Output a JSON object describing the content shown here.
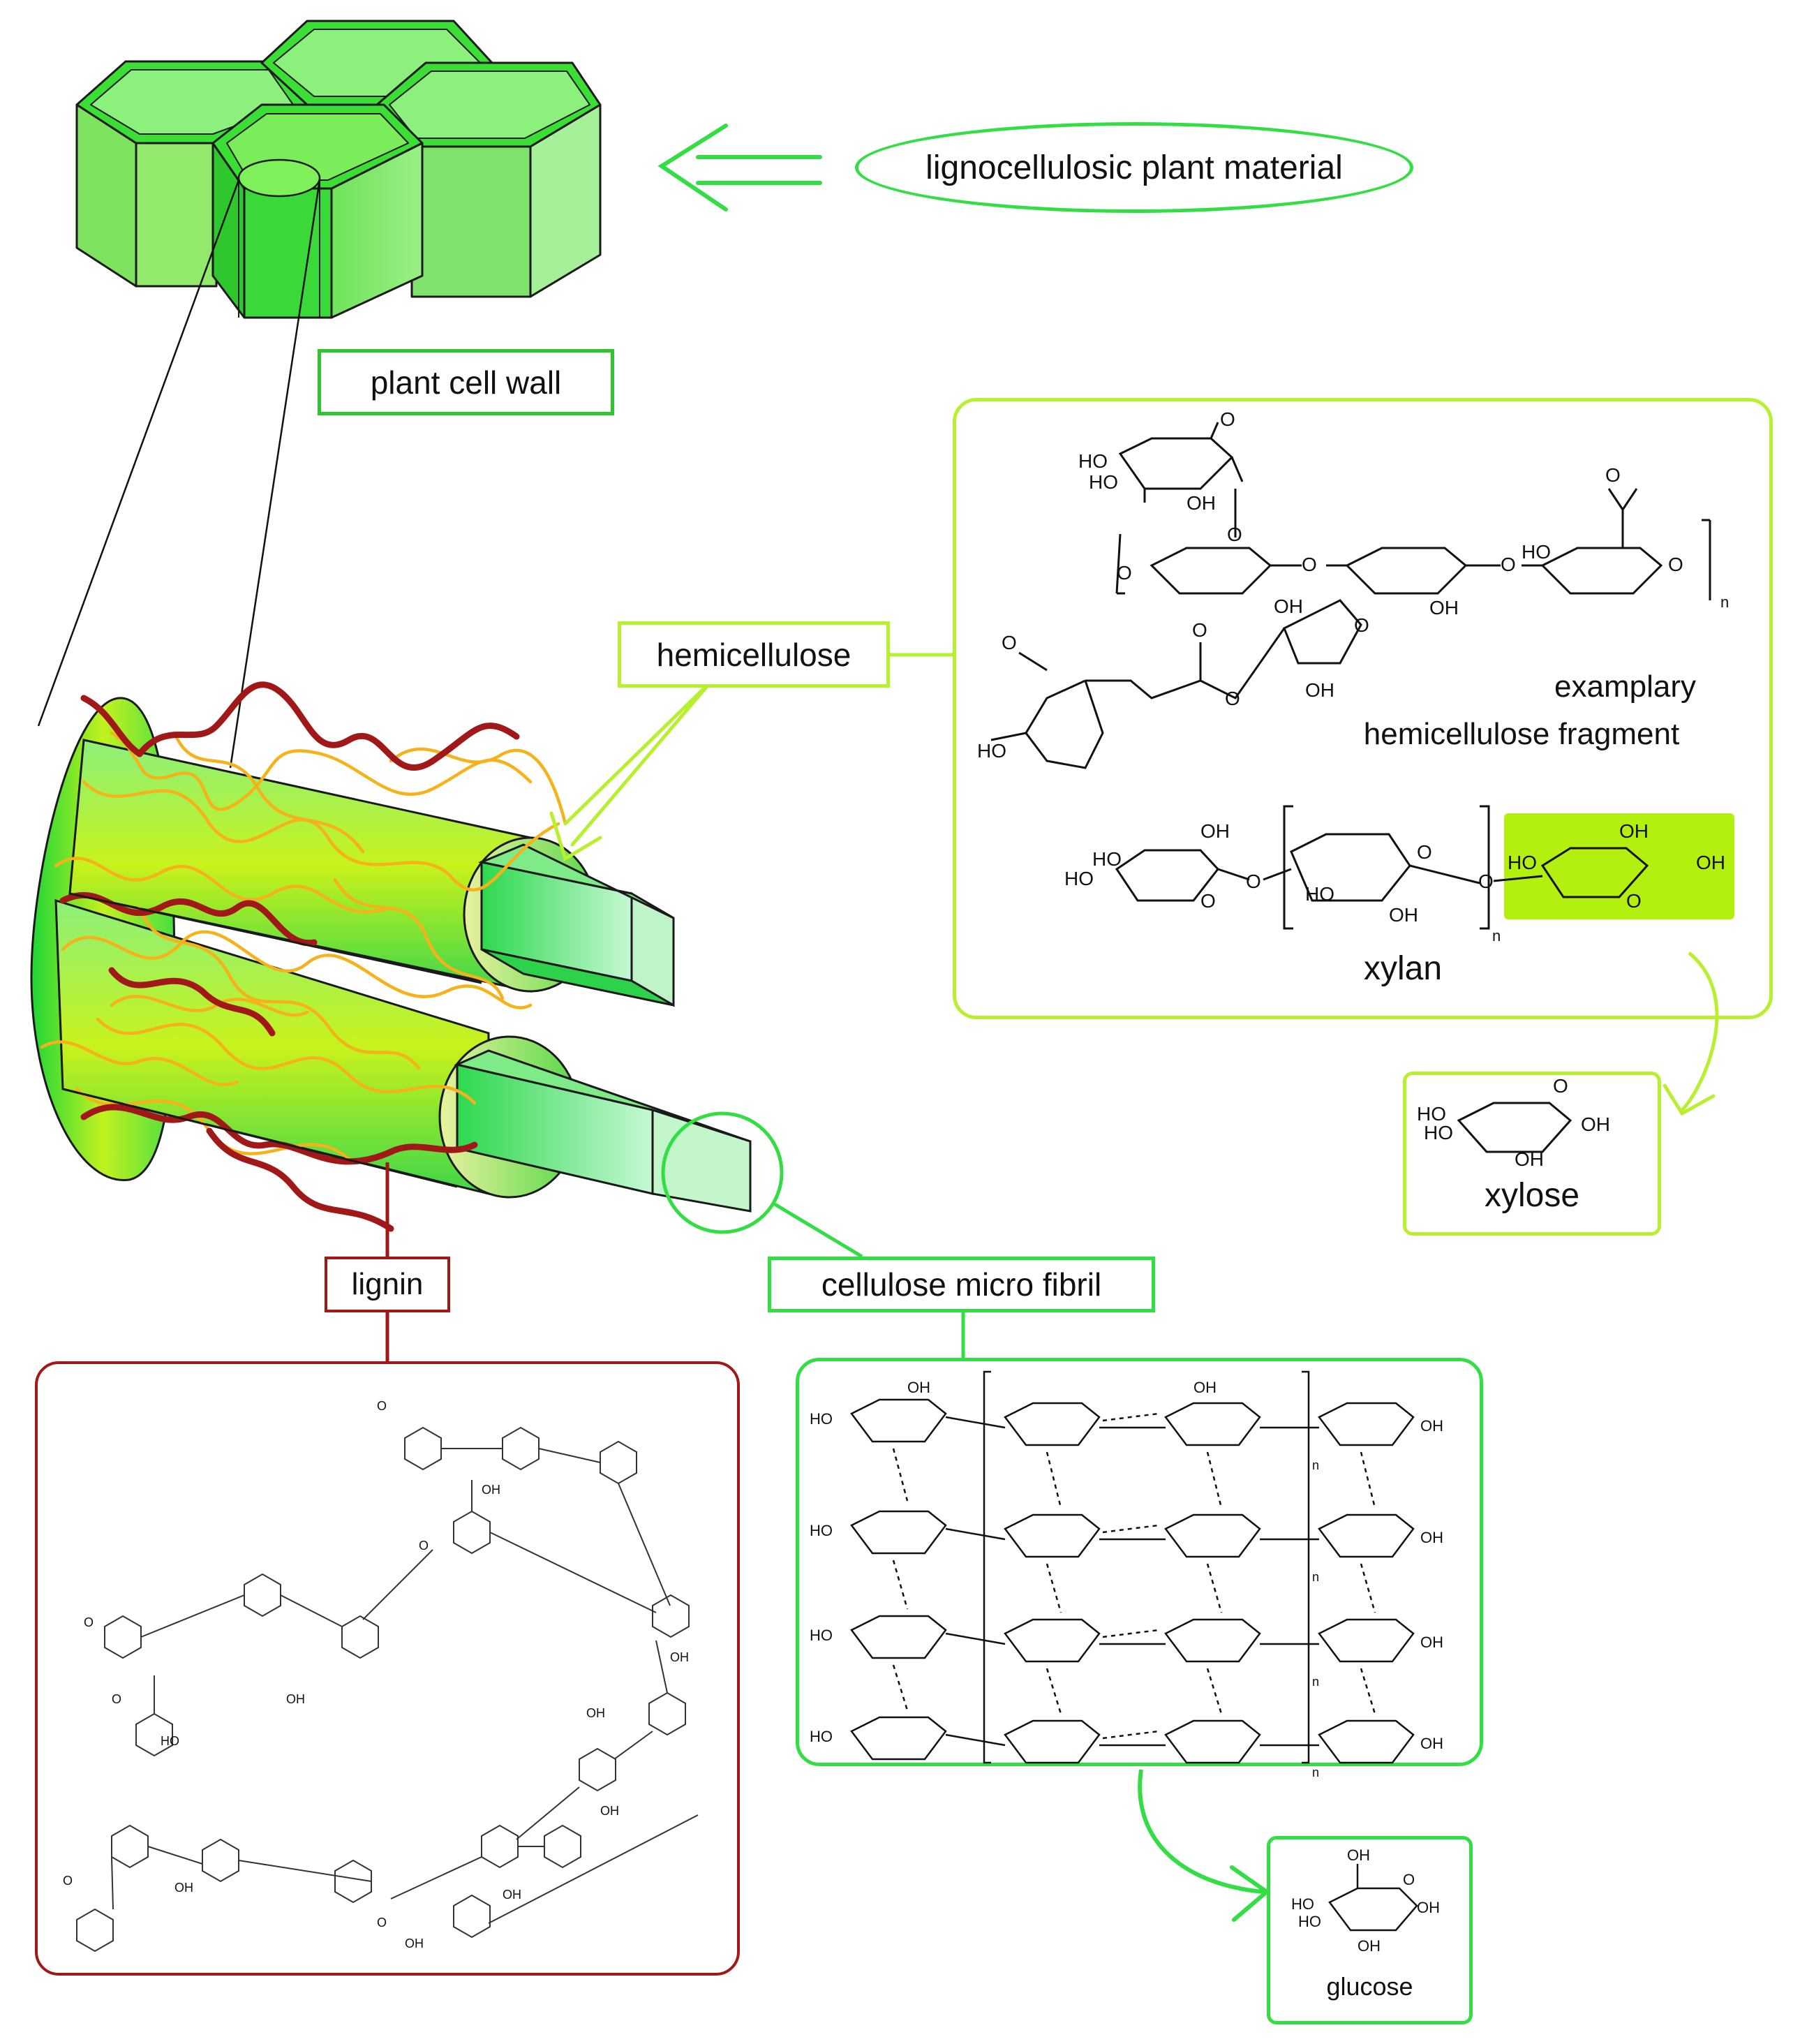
{
  "labels": {
    "lignocellulosic": "lignocellulosic plant material",
    "cell_wall": "plant cell wall",
    "hemicellulose": "hemicellulose",
    "lignin": "lignin",
    "cellulose_fibril": "cellulose micro fibril",
    "examplary_line1": "examplary",
    "examplary_line2": "hemicellulose fragment",
    "xylan": "xylan",
    "xylose": "xylose",
    "glucose": "glucose"
  },
  "colors": {
    "cell_green": "#33dd33",
    "hemicellulose_border": "#b8f030",
    "cellulose_border": "#33dd44",
    "lignin_brown": "#a01818",
    "hemicellulose_orange": "#f5b21a",
    "highlight_yellowgreen": "#b3f010"
  }
}
